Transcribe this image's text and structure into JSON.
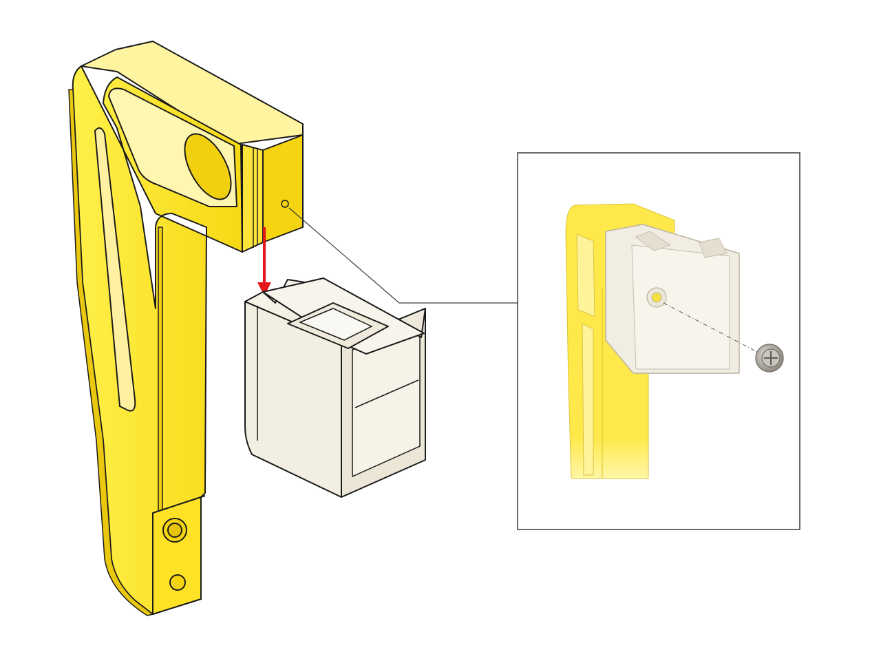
{
  "diagram": {
    "kind": "exploded-assembly-illustration",
    "parts": [
      {
        "id": "bracket",
        "label": "",
        "color": "#ffe833"
      },
      {
        "id": "cap",
        "label": "",
        "color": "#f4f0e4"
      },
      {
        "id": "screw",
        "label": "",
        "color": "#b8b4ac"
      }
    ],
    "arrow": {
      "direction": "down",
      "color": "#e3171b"
    },
    "detail_view": {
      "frame_color": "#3a3a3a",
      "leader_color": "#3a3a3a"
    },
    "outline_color": "#1a1a1a"
  }
}
